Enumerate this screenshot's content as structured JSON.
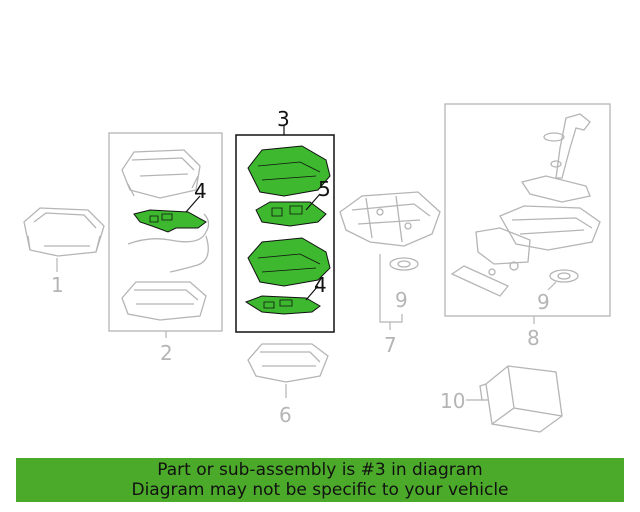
{
  "callouts": {
    "c1": "1",
    "c2": "2",
    "c3": "3",
    "c4a": "4",
    "c4b": "4",
    "c5": "5",
    "c6": "6",
    "c7": "7",
    "c8": "8",
    "c9a": "9",
    "c9b": "9",
    "c10": "10"
  },
  "banner": {
    "line1": "Part or sub-assembly is #3 in diagram",
    "line2": "Diagram may not be specific to your vehicle"
  },
  "colors": {
    "highlight": "#4caa2a",
    "part_fill": "#3db82f",
    "gray_line": "#b5b5b5",
    "black": "#111111"
  }
}
